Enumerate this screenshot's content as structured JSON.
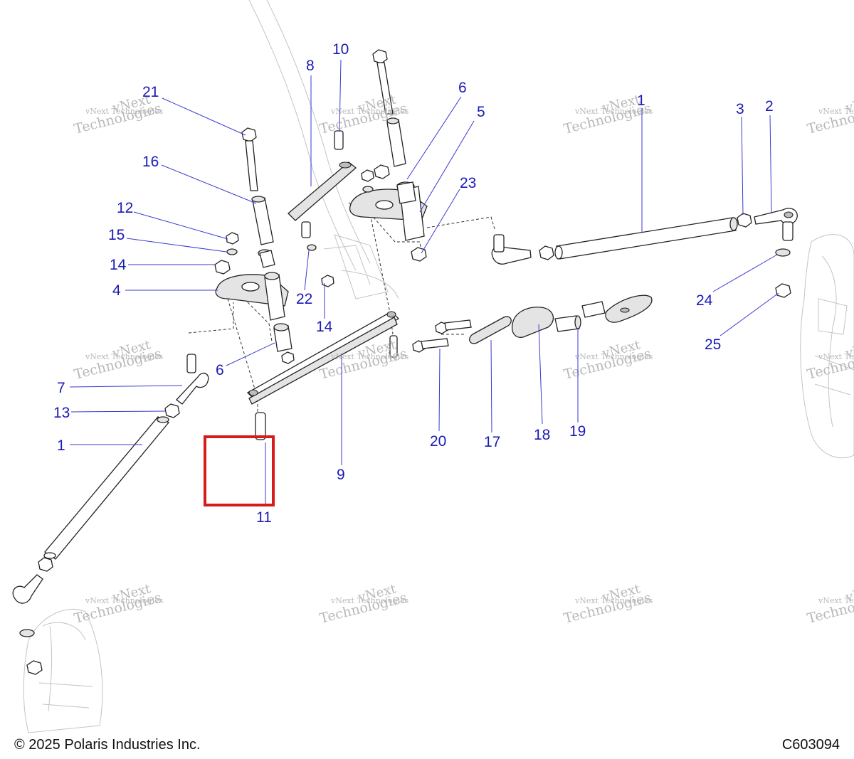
{
  "callouts": [
    "10",
    "8",
    "6",
    "5",
    "1",
    "3",
    "2",
    "21",
    "16",
    "23",
    "12",
    "15",
    "14",
    "4",
    "22",
    "14",
    "24",
    "25",
    "6",
    "7",
    "13",
    "1",
    "20",
    "17",
    "18",
    "19",
    "9",
    "11"
  ],
  "watermark": {
    "line1": "vNext Technologies",
    "line2": "vNext",
    "line3": "Technologies"
  },
  "highlight_color": "#d61b1b",
  "callout_color": "#1a1ab8",
  "footer": {
    "copyright": "© 2025 Polaris Industries Inc.",
    "code": "C603094"
  }
}
